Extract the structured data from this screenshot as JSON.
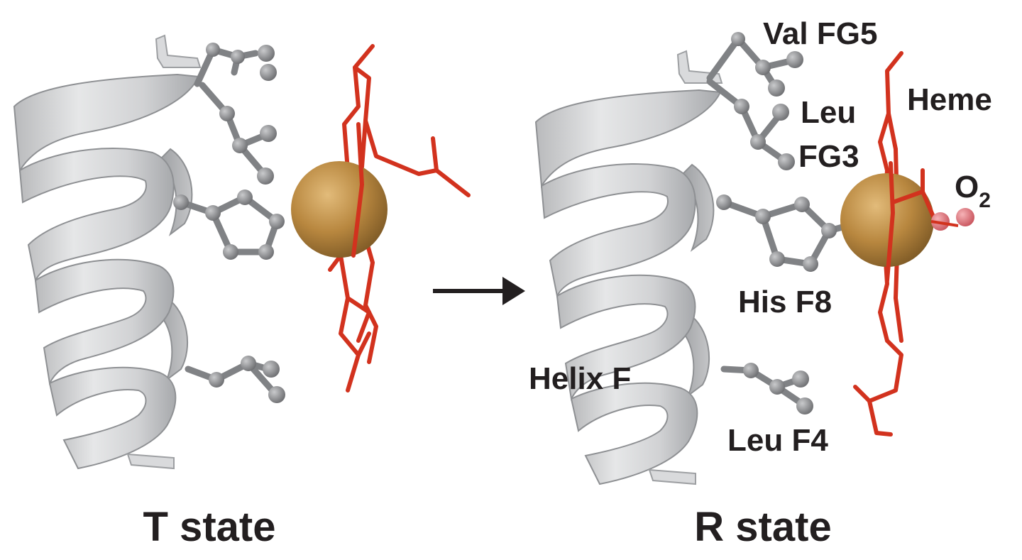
{
  "labels": {
    "val_fg5": "Val FG5",
    "leu_fg3_line1": "Leu",
    "leu_fg3_line2": "FG3",
    "heme": "Heme",
    "o2_main": "O",
    "o2_sub": "2",
    "his_f8": "His F8",
    "helix_f": "Helix F",
    "leu_f4": "Leu F4"
  },
  "states": {
    "t_state": "T state",
    "r_state": "R state"
  },
  "colors": {
    "helix": "#cfd0d2",
    "helix_dark": "#a7a9ac",
    "residue": "#808285",
    "heme": "#d2321e",
    "iron": "#b8873f",
    "oxygen": "#e8757d",
    "arrow": "#231f20"
  }
}
